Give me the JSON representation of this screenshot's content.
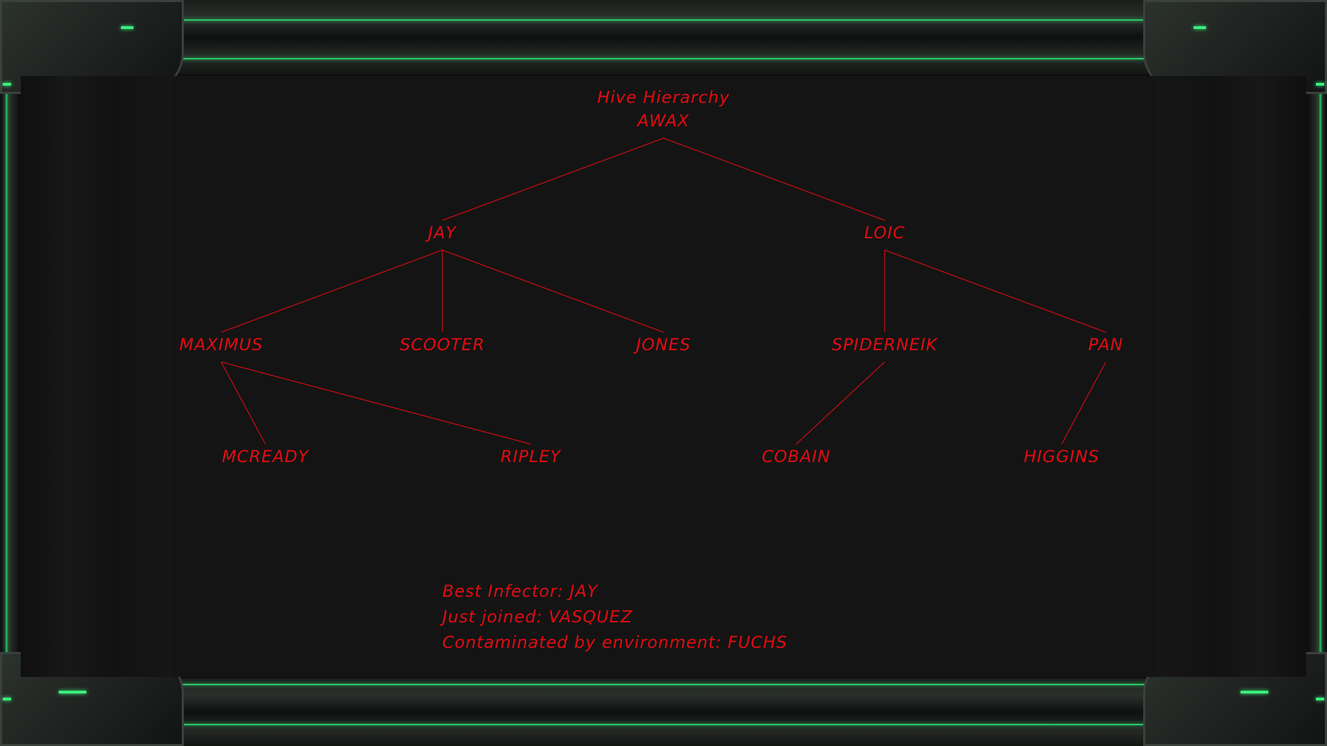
{
  "window": {
    "title": "Hive Hierarchy"
  },
  "tree": {
    "root": "AWAX",
    "level1": [
      "JAY",
      "LOIC"
    ],
    "level2": [
      "MAXIMUS",
      "SCOOTER",
      "JONES",
      "SPIDERNEIK",
      "PAN"
    ],
    "level3": [
      "MCREADY",
      "RIPLEY",
      "COBAIN",
      "HIGGINS"
    ]
  },
  "stats": {
    "best_infector": "Best Infector: JAY",
    "just_joined": "Just joined: VASQUEZ",
    "contaminated": "Contaminated by environment: FUCHS"
  },
  "colors": {
    "text": "#e10c12",
    "frame_glow": "#2ecc6a",
    "panel": "#141414"
  }
}
